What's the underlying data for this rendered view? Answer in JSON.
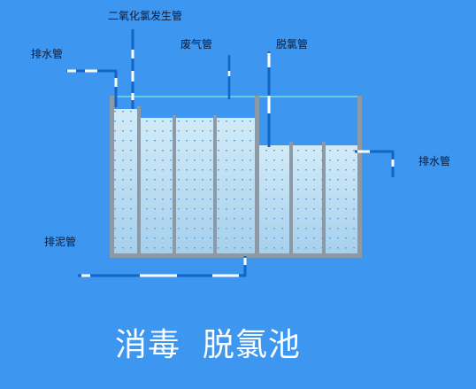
{
  "title": "消毒  脱氯池",
  "labels": {
    "chlorine_dioxide_generator_pipe": "二氧化氯发生管",
    "waste_gas_pipe": "废气管",
    "dechlorination_pipe": "脱氯管",
    "drain_pipe_left": "排水管",
    "drain_pipe_right": "排水管",
    "sludge_pipe": "排泥管"
  },
  "colors": {
    "background": "#3d96f0",
    "tank_wall": "#8c9aa8",
    "water_top": "#cfe8f7",
    "water_bottom": "#a9d2ee",
    "pipe_blue": "#1565c8",
    "pipe_white": "#ffffff",
    "water_surface_line": "#6fe0d8"
  }
}
